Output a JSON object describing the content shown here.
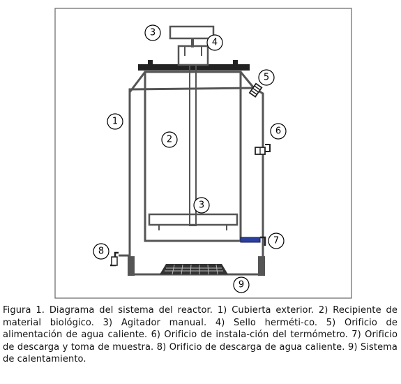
{
  "callouts": [
    {
      "id": "outer-cover",
      "number": "1"
    },
    {
      "id": "bio-container",
      "number": "2"
    },
    {
      "id": "agitator-handle",
      "number": "3"
    },
    {
      "id": "hermetic-seal",
      "number": "4"
    },
    {
      "id": "hot-water-inlet",
      "number": "5"
    },
    {
      "id": "thermometer-port",
      "number": "6"
    },
    {
      "id": "discharge-sample",
      "number": "7"
    },
    {
      "id": "hot-water-drain",
      "number": "8"
    },
    {
      "id": "heating-system",
      "number": "9"
    },
    {
      "id": "agitator-paddle",
      "number": "3"
    }
  ],
  "caption": "Figura 1. Diagrama del sistema del reactor. 1) Cubierta exterior. 2) Recipiente de material biológico. 3) Agitador manual. 4) Sello herméti-co. 5) Orificio de alimentación de agua caliente. 6) Orificio de instala-ción del termómetro. 7) Orificio de descarga y toma de muestra. 8) Orificio de descarga de agua caliente. 9) Sistema de calentamiento.",
  "colors": {
    "line": "#555555",
    "frame": "#666666",
    "lid": "#222222",
    "sample_valve": "#2a3fa0"
  }
}
